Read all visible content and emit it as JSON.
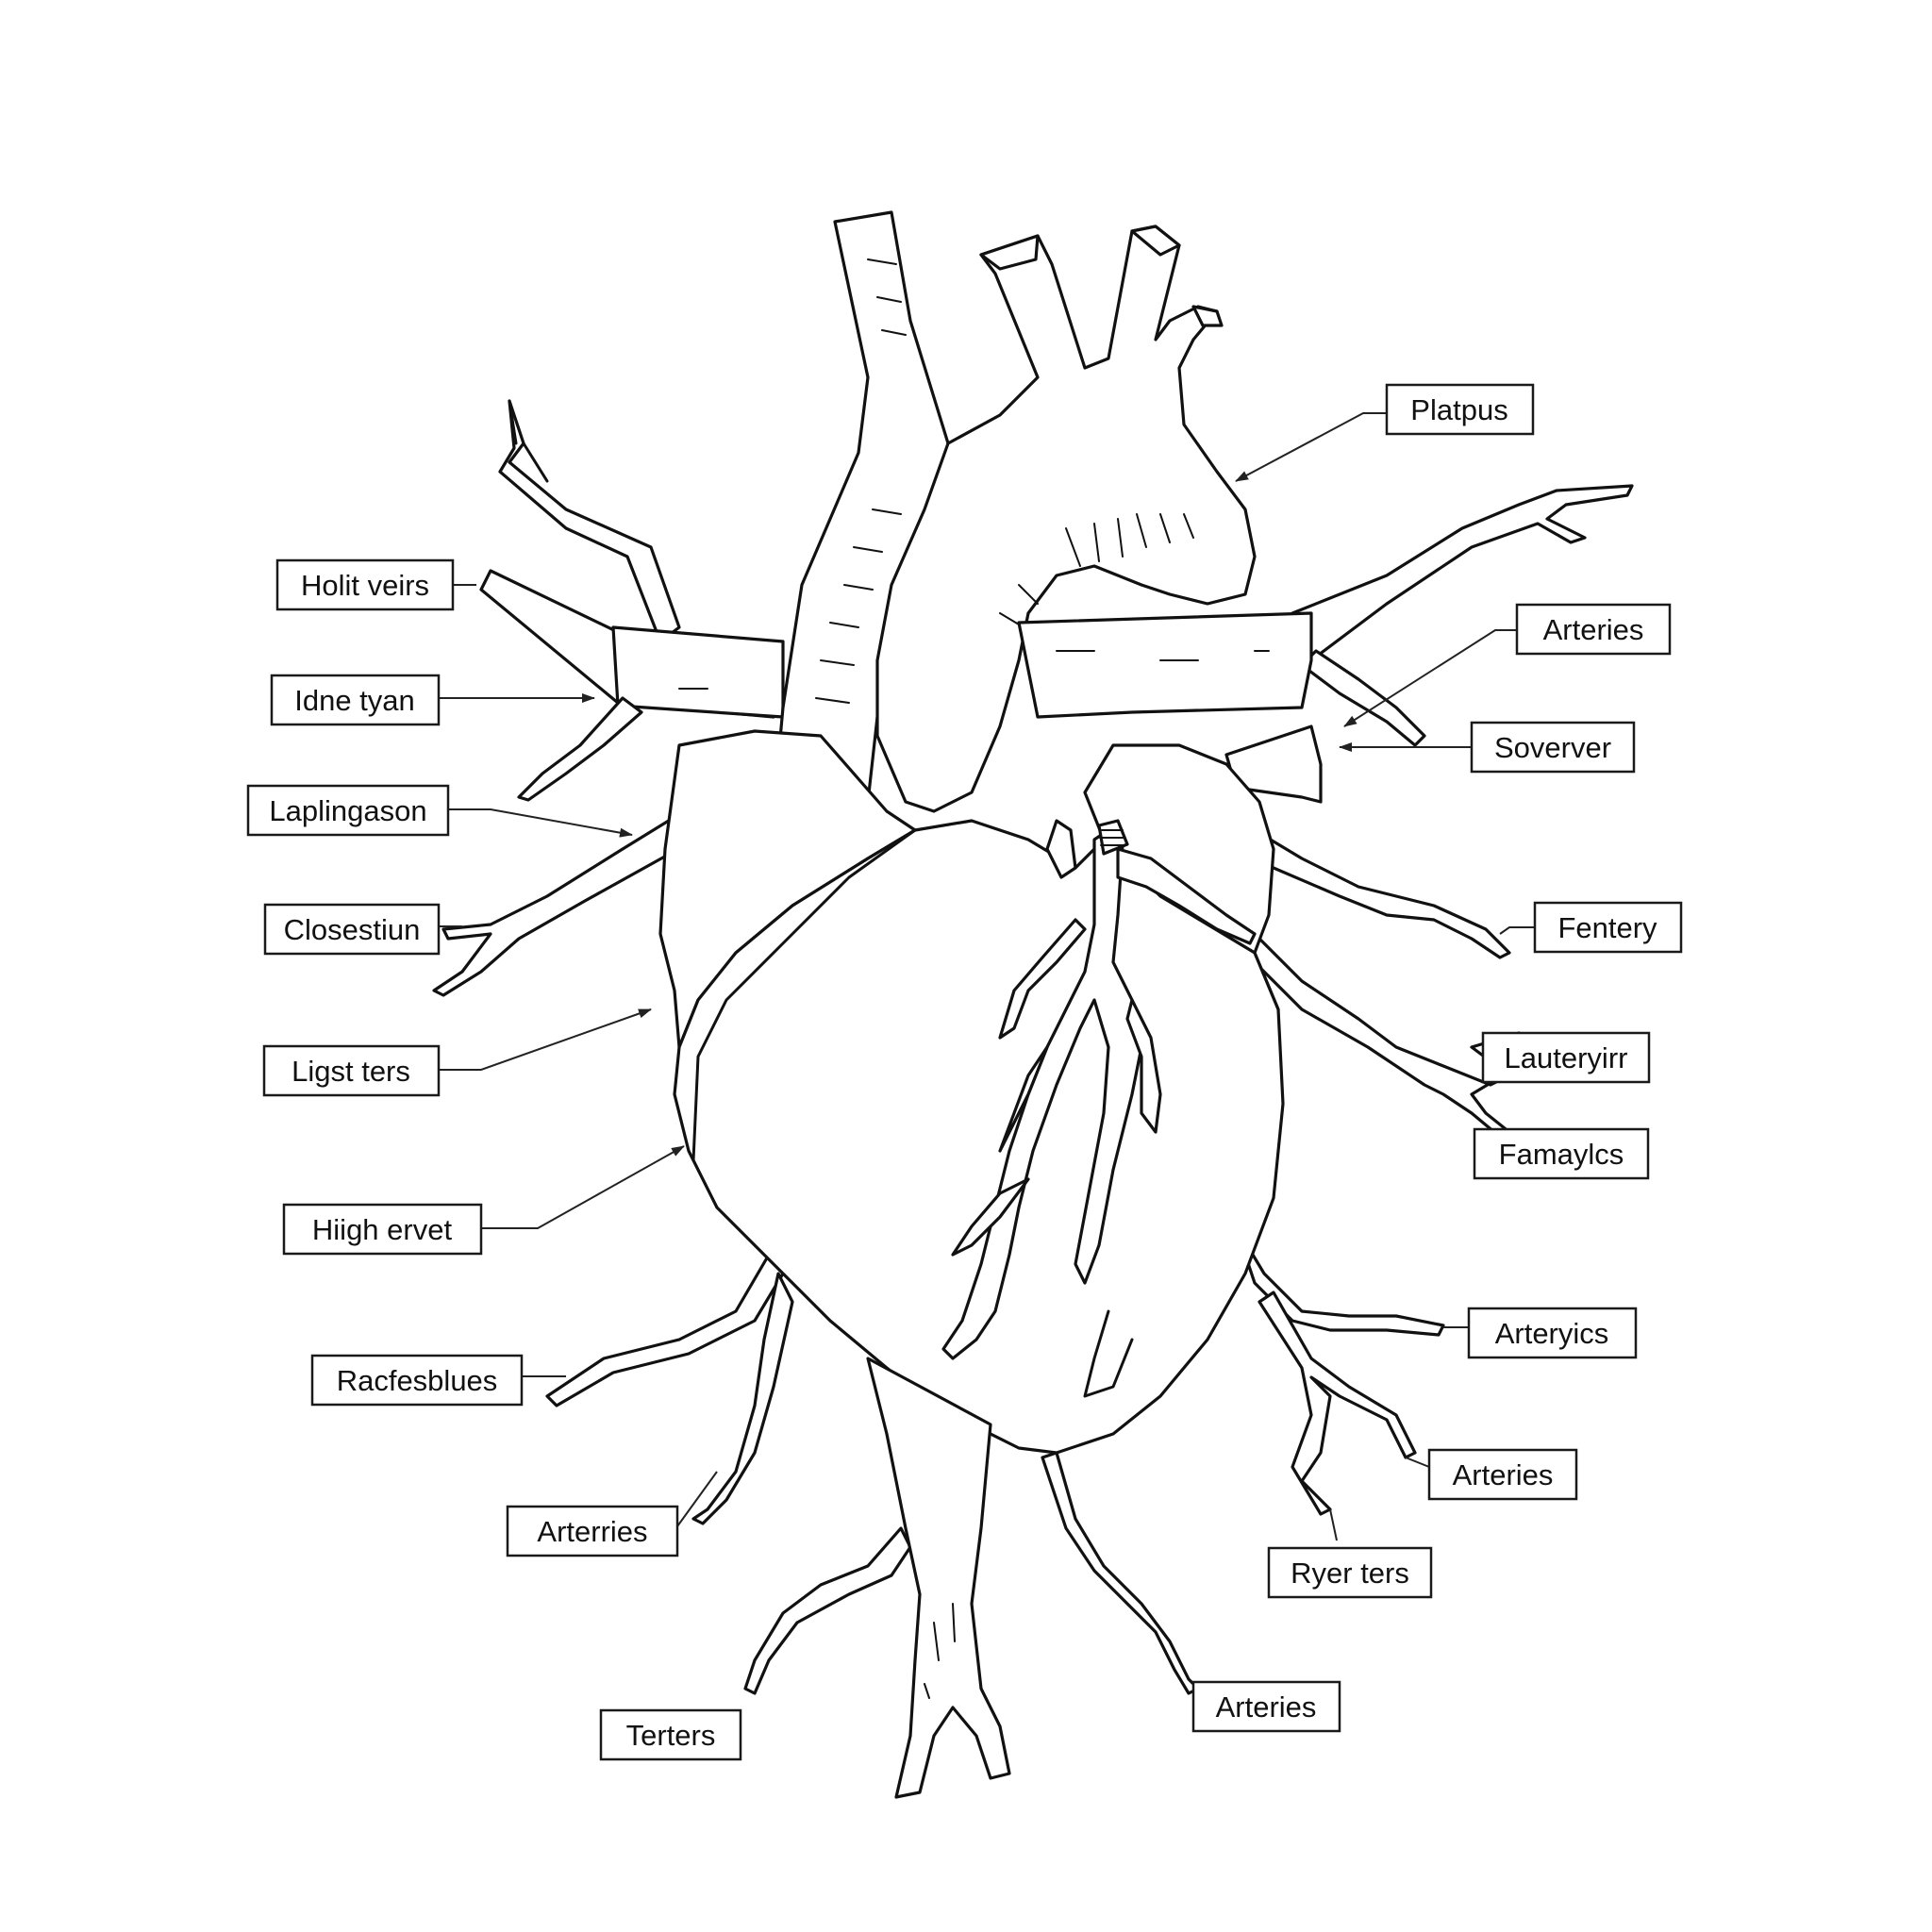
{
  "labels": {
    "platpus": "Platpus",
    "holit_veirs": "Holit veirs",
    "idine_tyan": "Idne tyan",
    "laplingason": "Laplingason",
    "closestiun": "Closestiun",
    "ligst_ters": "Ligst ters",
    "hiigh_ervet": "Hiigh ervet",
    "racfesblues": "Racfesblues",
    "arterries": "Arterries",
    "terters": "Terters",
    "arteries_1": "Arteries",
    "soverver": "Soverver",
    "fentery": "Fentery",
    "lauteryirr": "Lauteryirr",
    "famaylcs": "Famaylcs",
    "arteryics": "Arteryics",
    "arteries_2": "Arteries",
    "ryer_ters": "Ryer ters",
    "arteries_3": "Arteries"
  },
  "colors": {
    "line": "#111111",
    "background": "#ffffff"
  }
}
